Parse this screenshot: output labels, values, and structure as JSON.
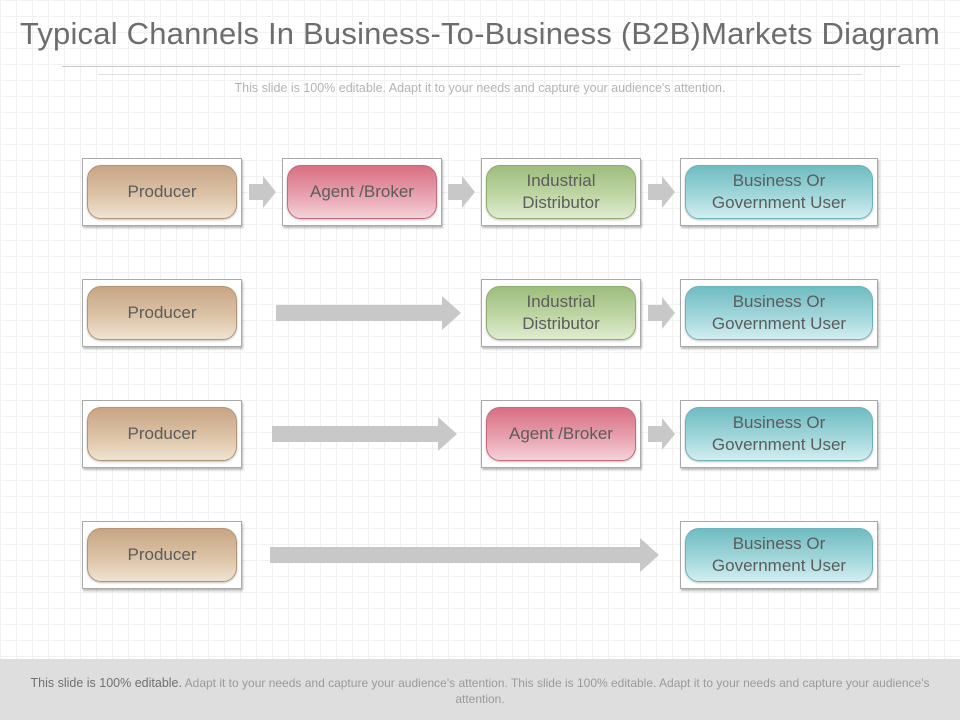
{
  "title": "Typical Channels In Business-To-Business (B2B)Markets Diagram",
  "subtitle": "This slide is 100% editable. Adapt it to your needs and capture your audience's attention.",
  "rows": [
    {
      "nodes": [
        "Producer",
        "Agent /Broker",
        "Industrial Distributor",
        "Business Or Government User"
      ]
    },
    {
      "nodes": [
        "Producer",
        "Industrial Distributor",
        "Business Or Government User"
      ]
    },
    {
      "nodes": [
        "Producer",
        "Agent /Broker",
        "Business Or Government User"
      ]
    },
    {
      "nodes": [
        "Producer",
        "Business Or Government User"
      ]
    }
  ],
  "labels": {
    "producer": "Producer",
    "agent": "Agent /Broker",
    "distributor_line1": "Industrial",
    "distributor_line2": "Distributor",
    "user_line1": "Business Or",
    "user_line2": "Government User"
  },
  "footer": {
    "lead": "This slide is 100% editable.",
    "rest": "Adapt it to your needs and capture your audience's attention. This slide is 100% editable. Adapt it to your needs and capture your audience's attention."
  },
  "colors": {
    "producer": "#d8bea0",
    "agent": "#e8a2b0",
    "distributor": "#bcd5a2",
    "user": "#9dd4d9",
    "arrow": "#c8c8c8"
  }
}
